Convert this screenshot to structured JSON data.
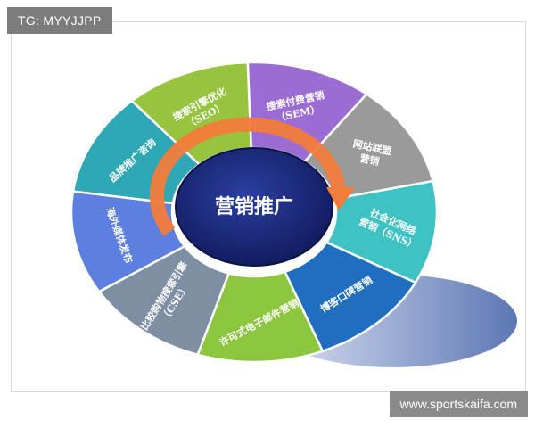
{
  "watermark": {
    "tag_label": "TG: MYYJJPP",
    "site_label": "www.sportskaifa.com"
  },
  "diagram": {
    "center_label": "营销推广",
    "segments": [
      {
        "label": [
          "搜索引擎优化",
          "（SEO）"
        ],
        "color": "#97c33e"
      },
      {
        "label": [
          "搜索付费营销",
          "（SEM）"
        ],
        "color": "#9b6dd4"
      },
      {
        "label": [
          "网站联盟",
          "营销"
        ],
        "color": "#9a9a9a"
      },
      {
        "label": [
          "社会化网络",
          "营销（SNS）"
        ],
        "color": "#3fc2c4"
      },
      {
        "label": [
          "博客口碑营销"
        ],
        "color": "#1f6ec0"
      },
      {
        "label": [
          "许可式电子邮件营销"
        ],
        "color": "#8cc63f"
      },
      {
        "label": [
          "比较购物搜索引擎",
          "（CSE）"
        ],
        "color": "#7e8ea3"
      },
      {
        "label": [
          "海外媒体发布"
        ],
        "color": "#5c7fe0"
      },
      {
        "label": [
          "品牌推广咨询"
        ],
        "color": "#2fa8b5"
      }
    ],
    "colors": {
      "arrow": "#f27c3a",
      "hub": "#1b2b83",
      "shadow": "#5b77b8"
    }
  }
}
